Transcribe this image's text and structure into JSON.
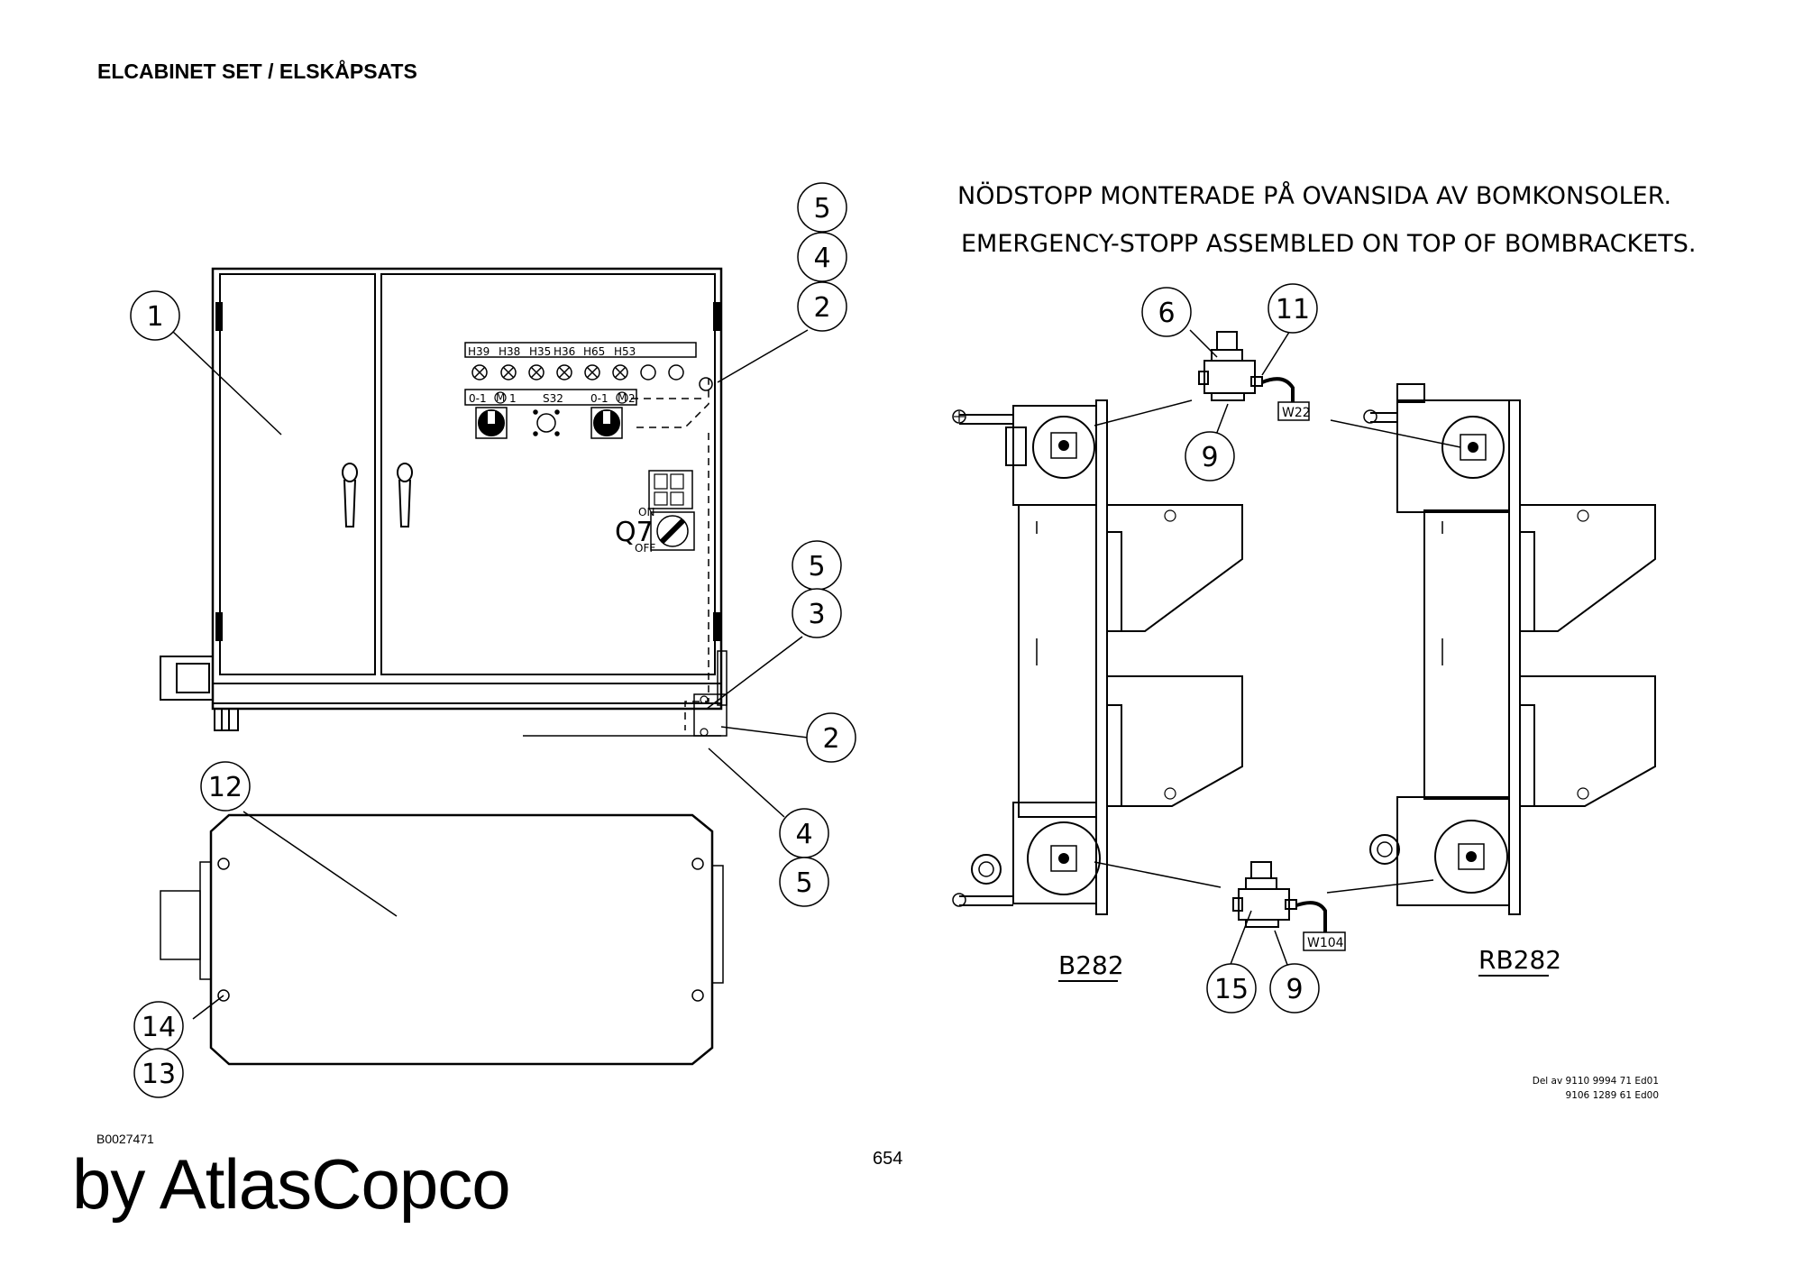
{
  "title": "ELCABINET SET / ELSKÅPSATS",
  "note": {
    "line1": "NÖDSTOPP MONTERADE PÅ OVANSIDA AV BOMKONSOLER.",
    "line2": "EMERGENCY-STOPP ASSEMBLED ON TOP OF BOMBRACKETS."
  },
  "cabinet": {
    "indicator_labels": [
      "H39",
      "H38",
      "H35",
      "H36",
      "H65",
      "H53"
    ],
    "switch_left_label": "0-1",
    "switch_left_m": "M",
    "switch_left_num": "1",
    "switch_mid_label": "S32",
    "switch_right_label": "0-1",
    "switch_right_m": "M",
    "switch_right_num": "2",
    "main_switch_label": "Q7",
    "main_switch_on": "ON",
    "main_switch_off": "OFF"
  },
  "callouts": {
    "c1": "1",
    "c2a": "2",
    "c2b": "2",
    "c3": "3",
    "c4a": "4",
    "c4b": "4",
    "c5a": "5",
    "c5b": "5",
    "c5c": "5",
    "c6": "6",
    "c9a": "9",
    "c9b": "9",
    "c11": "11",
    "c12": "12",
    "c13": "13",
    "c14": "14",
    "c15": "15"
  },
  "cable_tags": {
    "upper": "W22",
    "lower": "W104"
  },
  "views": {
    "left": "B282",
    "right": "RB282"
  },
  "reference": {
    "line1": "Del av 9110 9994 71 Ed01",
    "line2": "9106 1289 61 Ed00"
  },
  "drawing_id": "B0027471",
  "brand": "by AtlasCopco",
  "page_number": "654"
}
